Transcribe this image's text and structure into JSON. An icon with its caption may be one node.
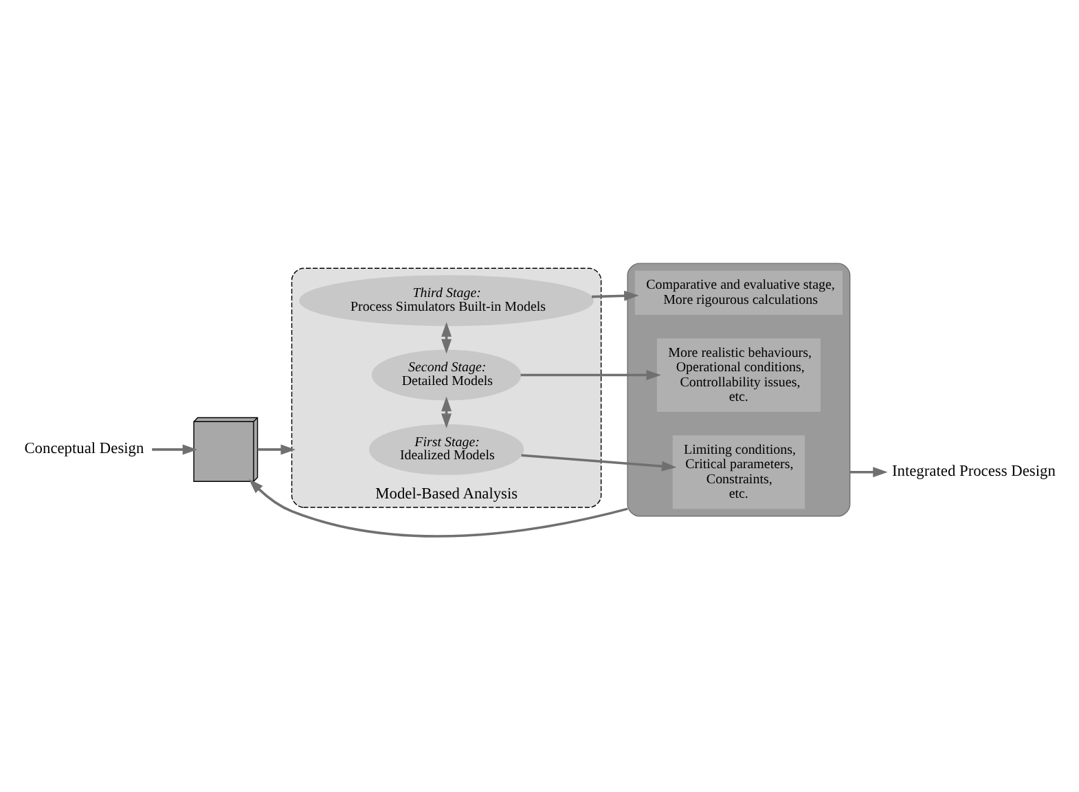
{
  "diagram": {
    "nodes": [
      {
        "text": [
          "Conceptual Design"
        ]
      },
      {
        "text": [],
        "shape": "box"
      },
      {
        "text": [
          "Model-Based Analysis"
        ]
      },
      {
        "text": [
          "First Stage:",
          "Idealized Models"
        ],
        "in": 2
      },
      {
        "text": [
          "Second Stage:",
          "Detailed Models"
        ],
        "in": 2
      },
      {
        "text": [
          "Third Stage:",
          "Process Simulators Built-in Models"
        ],
        "in": 2
      },
      {
        "text": [],
        "shape": "cylinder"
      },
      {
        "text": [
          "Limiting conditions,",
          "Critical parameters,",
          "Constraints,",
          "etc."
        ],
        "in": 6
      },
      {
        "text": [
          "More realistic behaviours,",
          "Operational conditions,",
          "Controllability issues,",
          "etc."
        ],
        "in": 6
      },
      {
        "text": [
          "Comparative and evaluative stage,",
          "More rigourous calculations"
        ],
        "in": 6
      },
      {
        "text": [
          "Integrated Process Design"
        ]
      }
    ],
    "edges": [
      {
        "from": 0,
        "to": 1,
        "arrow": "to"
      },
      {
        "from": 1,
        "to": 2,
        "arrow": "to"
      },
      {
        "from": 3,
        "to": 4,
        "arrow": "both"
      },
      {
        "from": 4,
        "to": 5,
        "arrow": "both"
      },
      {
        "from": 3,
        "to": 7,
        "arrow": "to"
      },
      {
        "from": 4,
        "to": 8,
        "arrow": "to"
      },
      {
        "from": 5,
        "to": 9,
        "arrow": "to"
      },
      {
        "from": 6,
        "to": 1,
        "arrow": "to"
      },
      {
        "from": 6,
        "to": 10,
        "arrow": "to"
      }
    ]
  }
}
